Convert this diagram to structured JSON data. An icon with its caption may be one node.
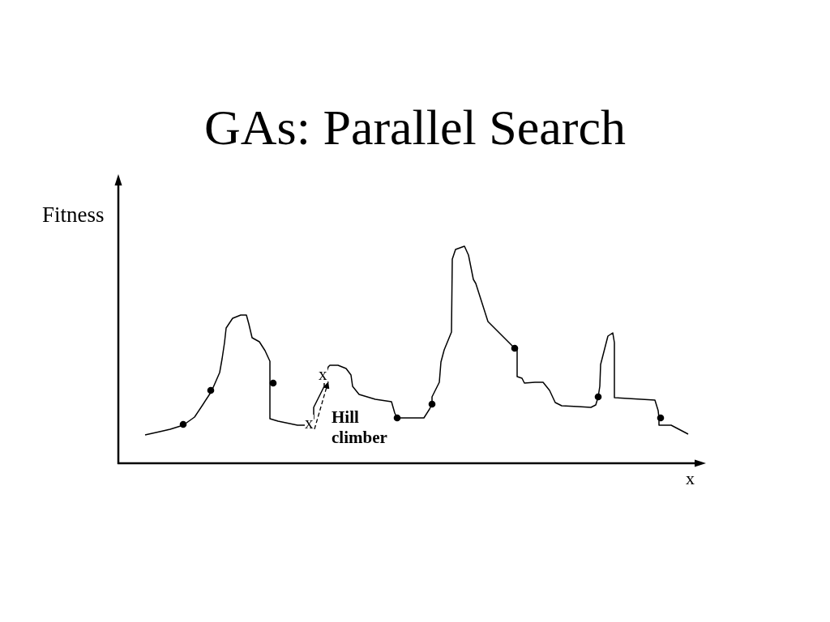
{
  "diagram": {
    "title": "GAs: Parallel Search",
    "nodes": [
      {
        "text": [
          "x"
        ]
      },
      {
        "text": [
          "x"
        ]
      }
    ],
    "edges": [
      {
        "from": 1,
        "to": 0,
        "arrow": "to",
        "label": "Hill climber",
        "style": "dashed"
      }
    ],
    "labels": [
      "Fitness",
      "x"
    ]
  }
}
